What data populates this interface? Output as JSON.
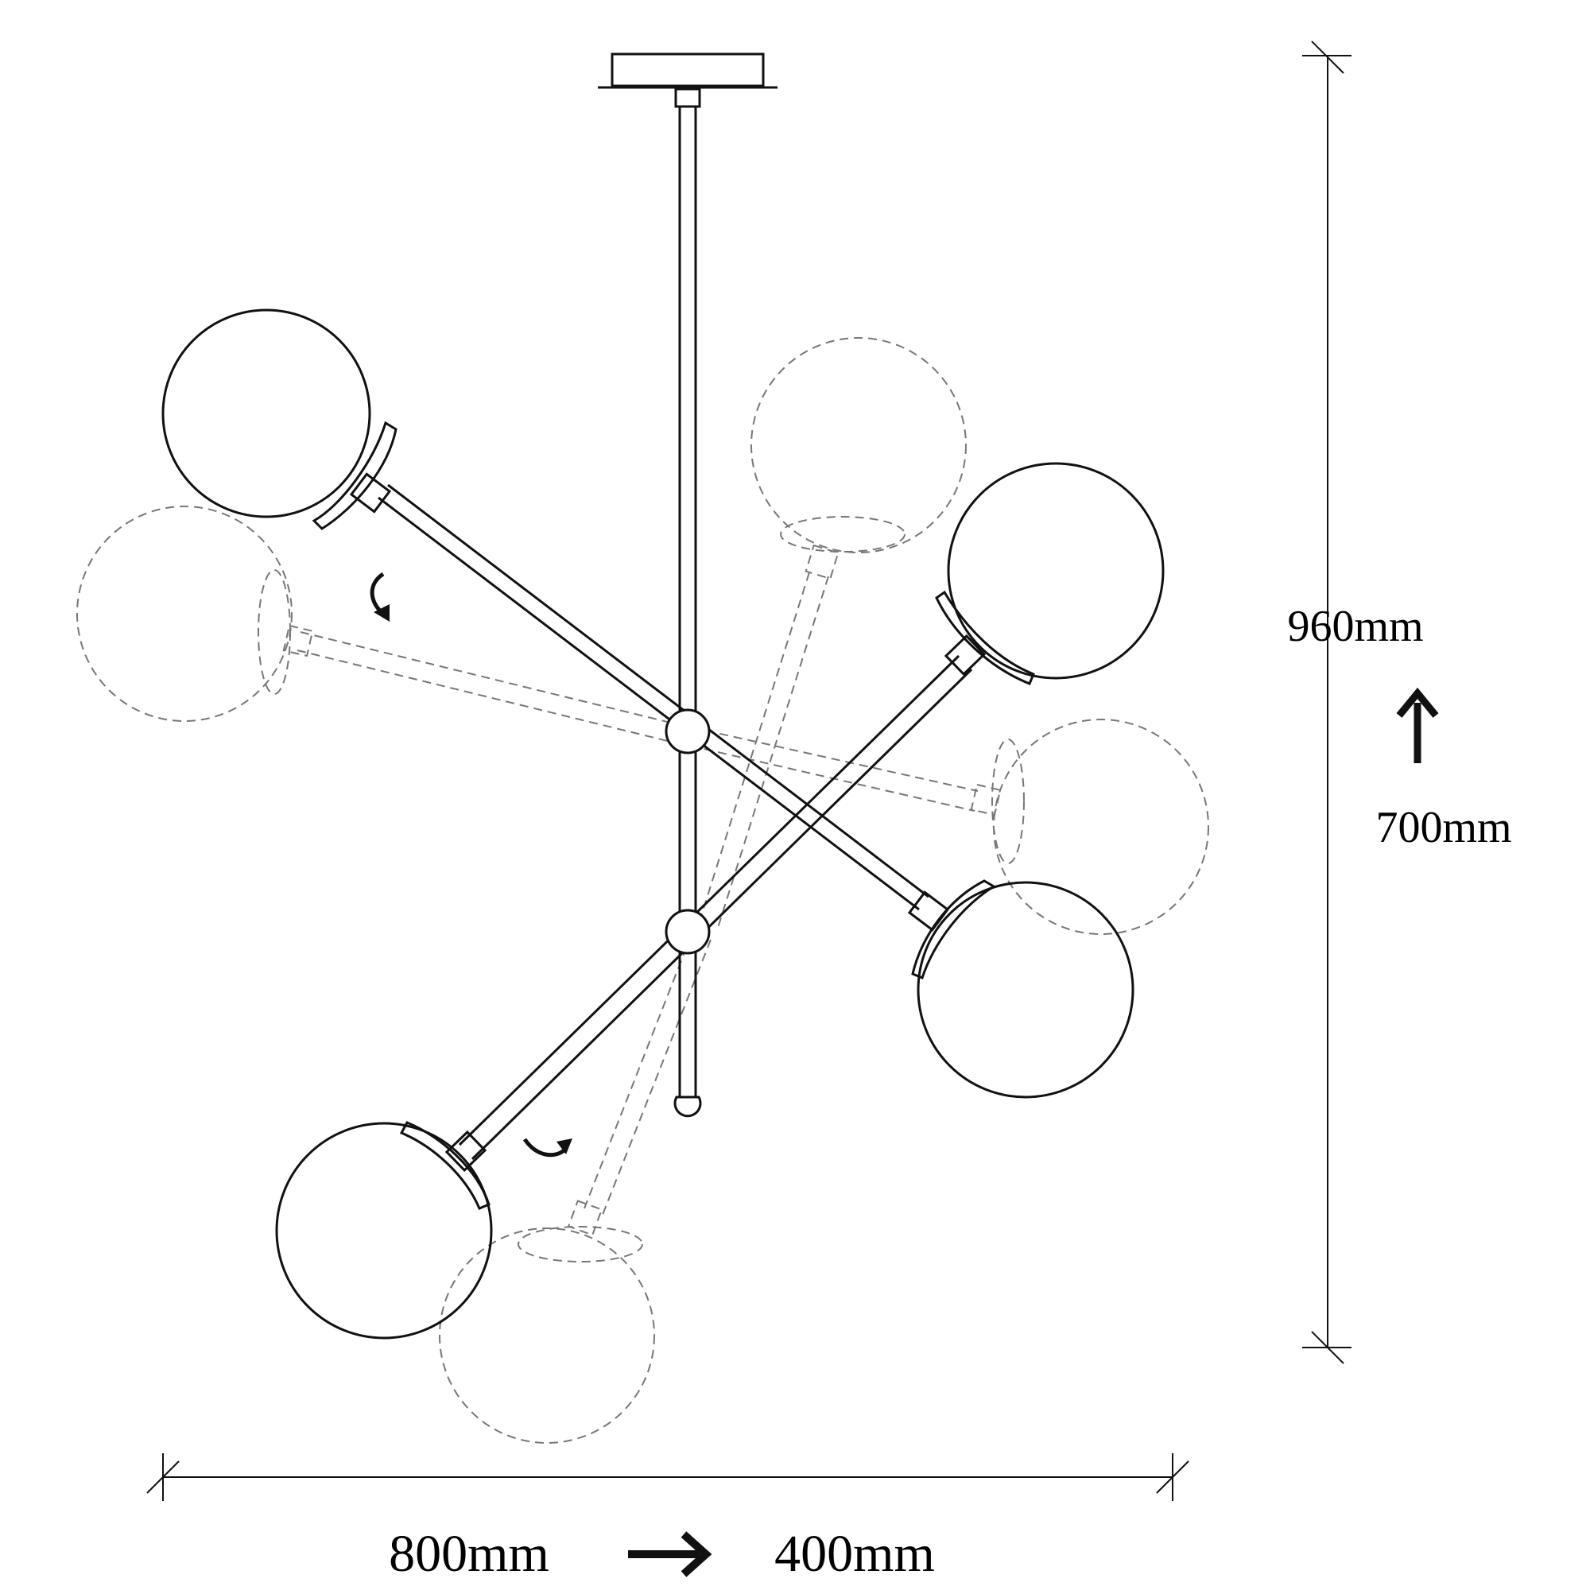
{
  "dimensions": {
    "height_max": "960mm",
    "height_min": "700mm",
    "width_max": "800mm",
    "width_min": "400mm"
  },
  "icons": {
    "height_arrow": "up-arrow-icon",
    "width_arrow": "right-arrow-icon",
    "rotate_cw": "rotate-clockwise-icon",
    "rotate_ccw": "rotate-counterclockwise-icon"
  },
  "colors": {
    "line": "#111111",
    "ghost": "#777777",
    "background": "#ffffff"
  }
}
